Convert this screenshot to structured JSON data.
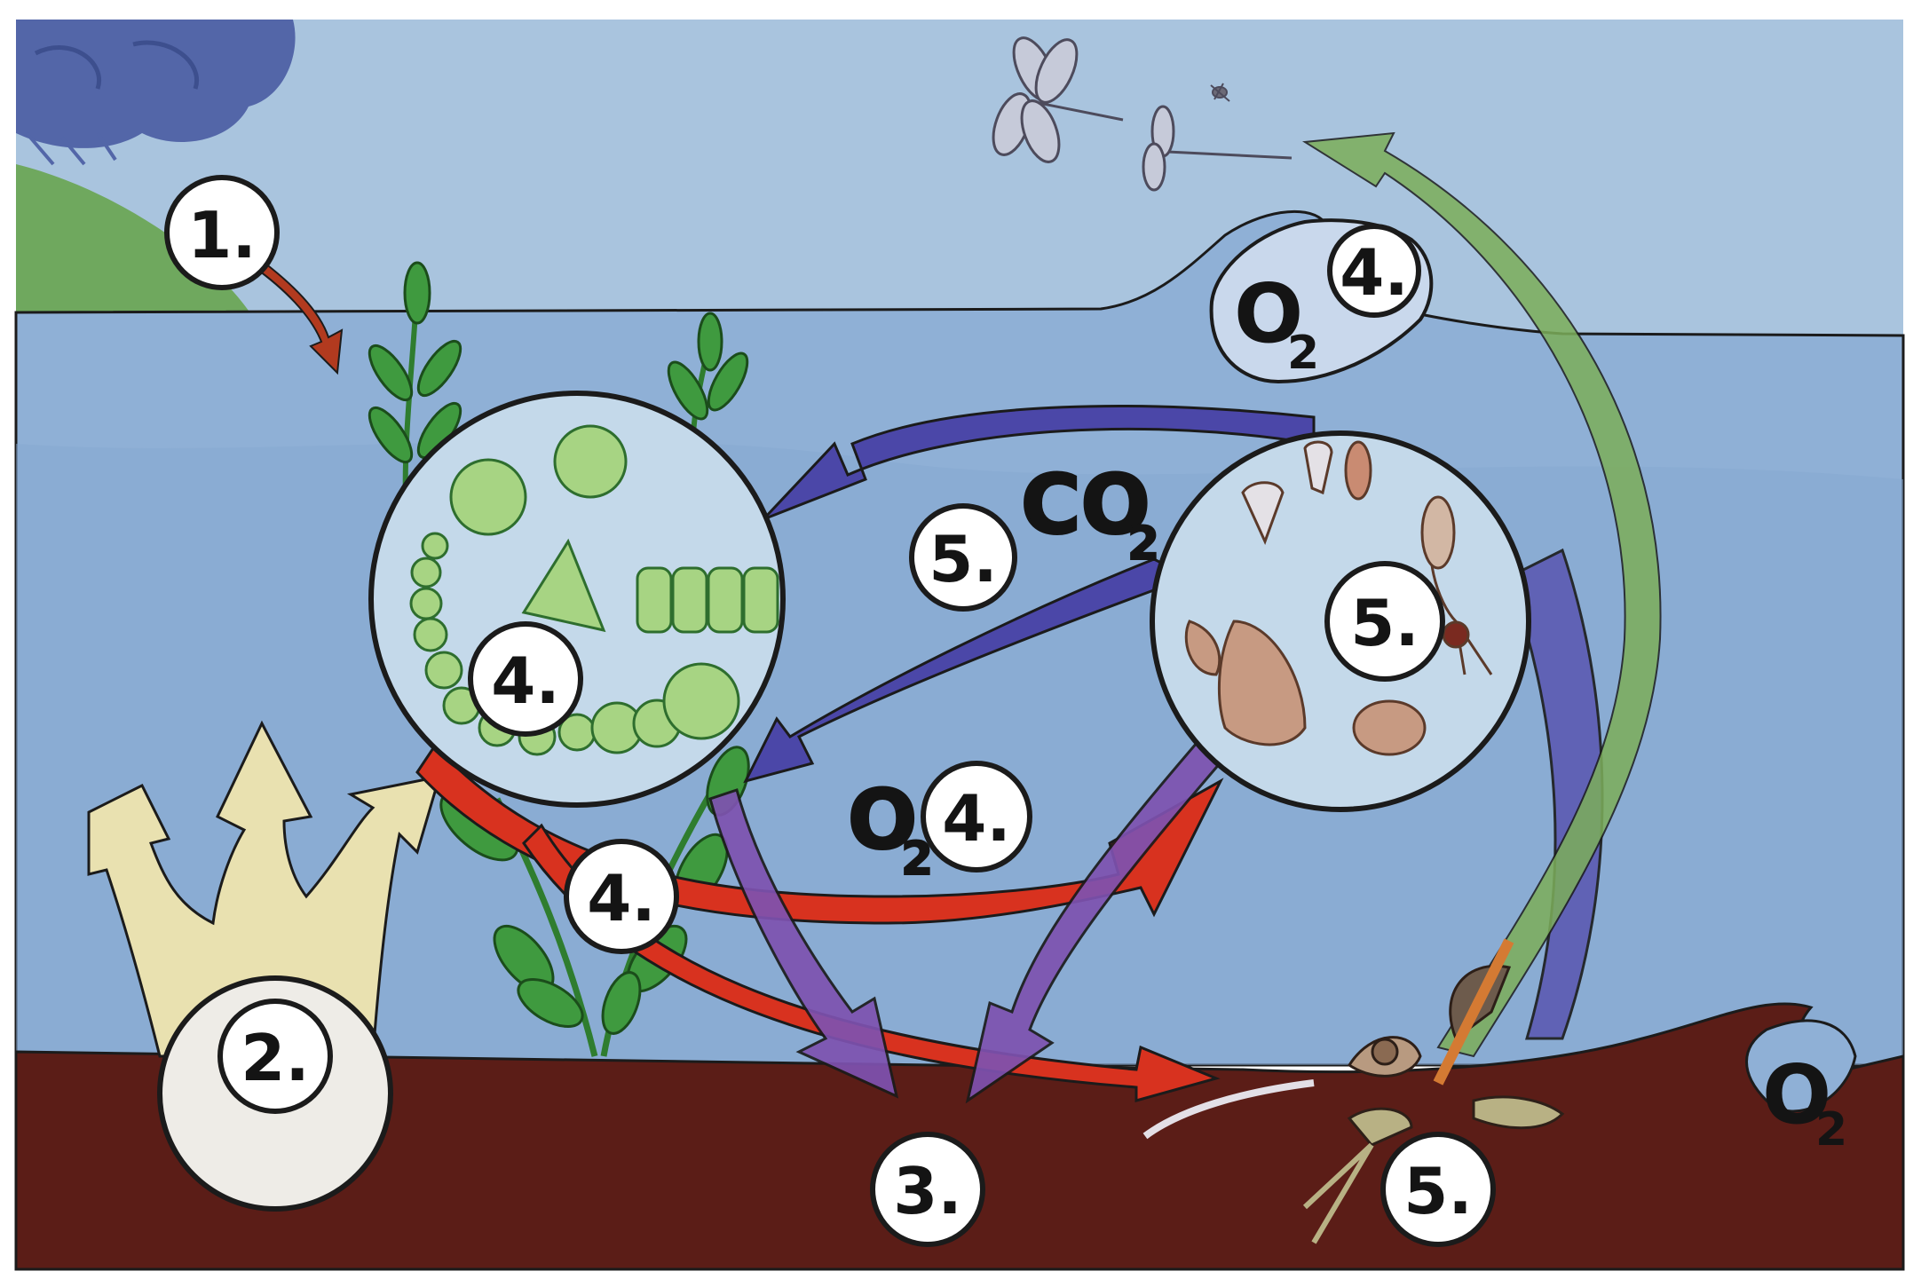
{
  "labels": {
    "label_1": "1.",
    "label_2": "2.",
    "label_3": "3.",
    "label_4_surface": "4.",
    "label_4_algae": "4.",
    "label_4_plants": "4.",
    "label_4_middle": "4.",
    "label_5_arrow": "5.",
    "label_5_zooplankton": "5.",
    "label_5_bottom": "5."
  },
  "chemicals": {
    "co2": {
      "main": "CO",
      "sub": "2"
    },
    "o2_surface": {
      "main": "O",
      "sub": "2"
    },
    "o2_middle": {
      "main": "O",
      "sub": "2"
    },
    "o2_bottom": {
      "main": "O",
      "sub": "2"
    }
  },
  "colors": {
    "sky": "#a9c4de",
    "water": "#8fb0d6",
    "sediment": "#5b1d17",
    "hill": "#6fa85e",
    "rain_cloud": "#5366a8",
    "co2_arrow": "#4b47a8",
    "o2_arrow": "#d8321f",
    "respiration_arrow": "#7e52b0",
    "upwelling_arrow": "#e9e1b0",
    "emergence_arrow": "#7cae5a",
    "plant_green": "#3f9a3f"
  }
}
